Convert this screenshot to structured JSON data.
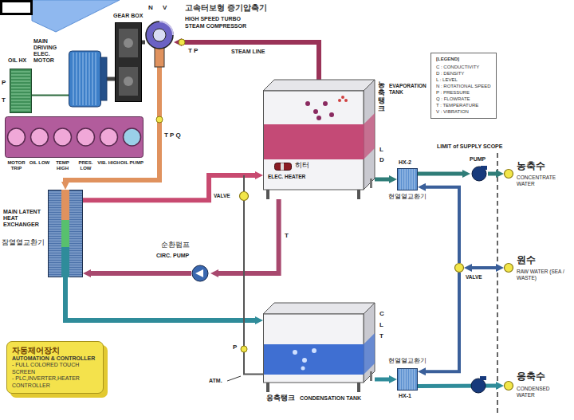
{
  "diagram": {
    "nodes": [
      {
        "text": [
          "OIL HX"
        ]
      },
      {
        "text": [
          "MAIN DRIVING ELEC. MOTOR"
        ]
      },
      {
        "text": [
          "GEAR BOX"
        ]
      },
      {
        "text": [
          "고속터보형 증기압축기",
          "HIGH SPEED TURBO STEAM COMPRESSOR"
        ]
      },
      {
        "text": [
          "MOTOR TRIP",
          "OIL LOW",
          "TEMP HIGH",
          "PRES. LOW",
          "VIB. HIGH",
          "OIL PUMP"
        ]
      },
      {
        "text": [
          "농축탱크",
          "EVAPORATION TANK"
        ]
      },
      {
        "text": [
          "히터",
          "ELEC. HEATER"
        ],
        "in": 5
      },
      {
        "text": [
          "VALVE"
        ]
      },
      {
        "text": [
          "MAIN LATENT HEAT EXCHANGER",
          "잠열열교환기"
        ]
      },
      {
        "text": [
          "순환펌프",
          "CIRC. PUMP"
        ]
      },
      {
        "text": [
          "HX-2",
          "현열열교환기"
        ]
      },
      {
        "text": [
          "PUMP"
        ]
      },
      {
        "text": [
          "농축수",
          "CONCENTRATE WATER"
        ]
      },
      {
        "text": [
          "VALVE"
        ]
      },
      {
        "text": [
          "원수",
          "RAW WATER (SEA / WASTE)"
        ]
      },
      {
        "text": [
          "자동제어장치",
          "AUTOMATION & CONTROLLER",
          "- FULL COLORED TOUCH SCREEN",
          "- PLC,INVERTER,HEATER CONTROLLER"
        ]
      },
      {
        "text": [
          "응축탱크",
          "CONDENSATION TANK"
        ]
      },
      {
        "text": [
          "현열열교환기",
          "HX-1"
        ]
      },
      {
        "text": [
          "응축수",
          "CONDENSED WATER"
        ]
      }
    ],
    "edges": [
      {
        "from": 0,
        "to": 1,
        "arrow": "none"
      },
      {
        "from": 1,
        "to": 2,
        "arrow": "none"
      },
      {
        "from": 2,
        "to": 3,
        "arrow": "none"
      },
      {
        "from": 5,
        "to": 3,
        "arrow": "to"
      },
      {
        "from": 3,
        "to": 8,
        "arrow": "to"
      },
      {
        "from": 8,
        "to": 5,
        "arrow": "to"
      },
      {
        "from": 5,
        "to": 9,
        "arrow": "to"
      },
      {
        "from": 9,
        "to": 8,
        "arrow": "to"
      },
      {
        "from": 8,
        "to": 16,
        "arrow": "to"
      },
      {
        "from": 7,
        "to": 16,
        "arrow": "none"
      },
      {
        "from": 5,
        "to": 10,
        "arrow": "to"
      },
      {
        "from": 10,
        "to": 11,
        "arrow": "to"
      },
      {
        "from": 11,
        "to": 12,
        "arrow": "to"
      },
      {
        "from": 14,
        "to": 13,
        "arrow": "both"
      },
      {
        "from": 13,
        "to": 10,
        "arrow": "to"
      },
      {
        "from": 13,
        "to": 17,
        "arrow": "to"
      },
      {
        "from": 16,
        "to": 17,
        "arrow": "to"
      },
      {
        "from": 17,
        "to": 18,
        "arrow": "to"
      }
    ],
    "labels": [
      "N",
      "V",
      "P",
      "T",
      "T P",
      "STEAM LINE",
      "T P Q",
      "[LEGEND]",
      "LIMIT of SUPPLY SCOPE",
      "L",
      "D",
      "T",
      "C",
      "L",
      "T",
      "P",
      "ATM."
    ],
    "legend": [
      {
        "text": "C : CONDUCTIVITY"
      },
      {
        "text": "D : DENSITY"
      },
      {
        "text": "L : LEVEL"
      },
      {
        "text": "N : ROTATIONAL SPEED"
      },
      {
        "text": "P : PRESSURE"
      },
      {
        "text": "Q : FLOWRATE"
      },
      {
        "text": "T : TEMPERATURE"
      },
      {
        "text": "V : VIBRATION"
      }
    ]
  }
}
